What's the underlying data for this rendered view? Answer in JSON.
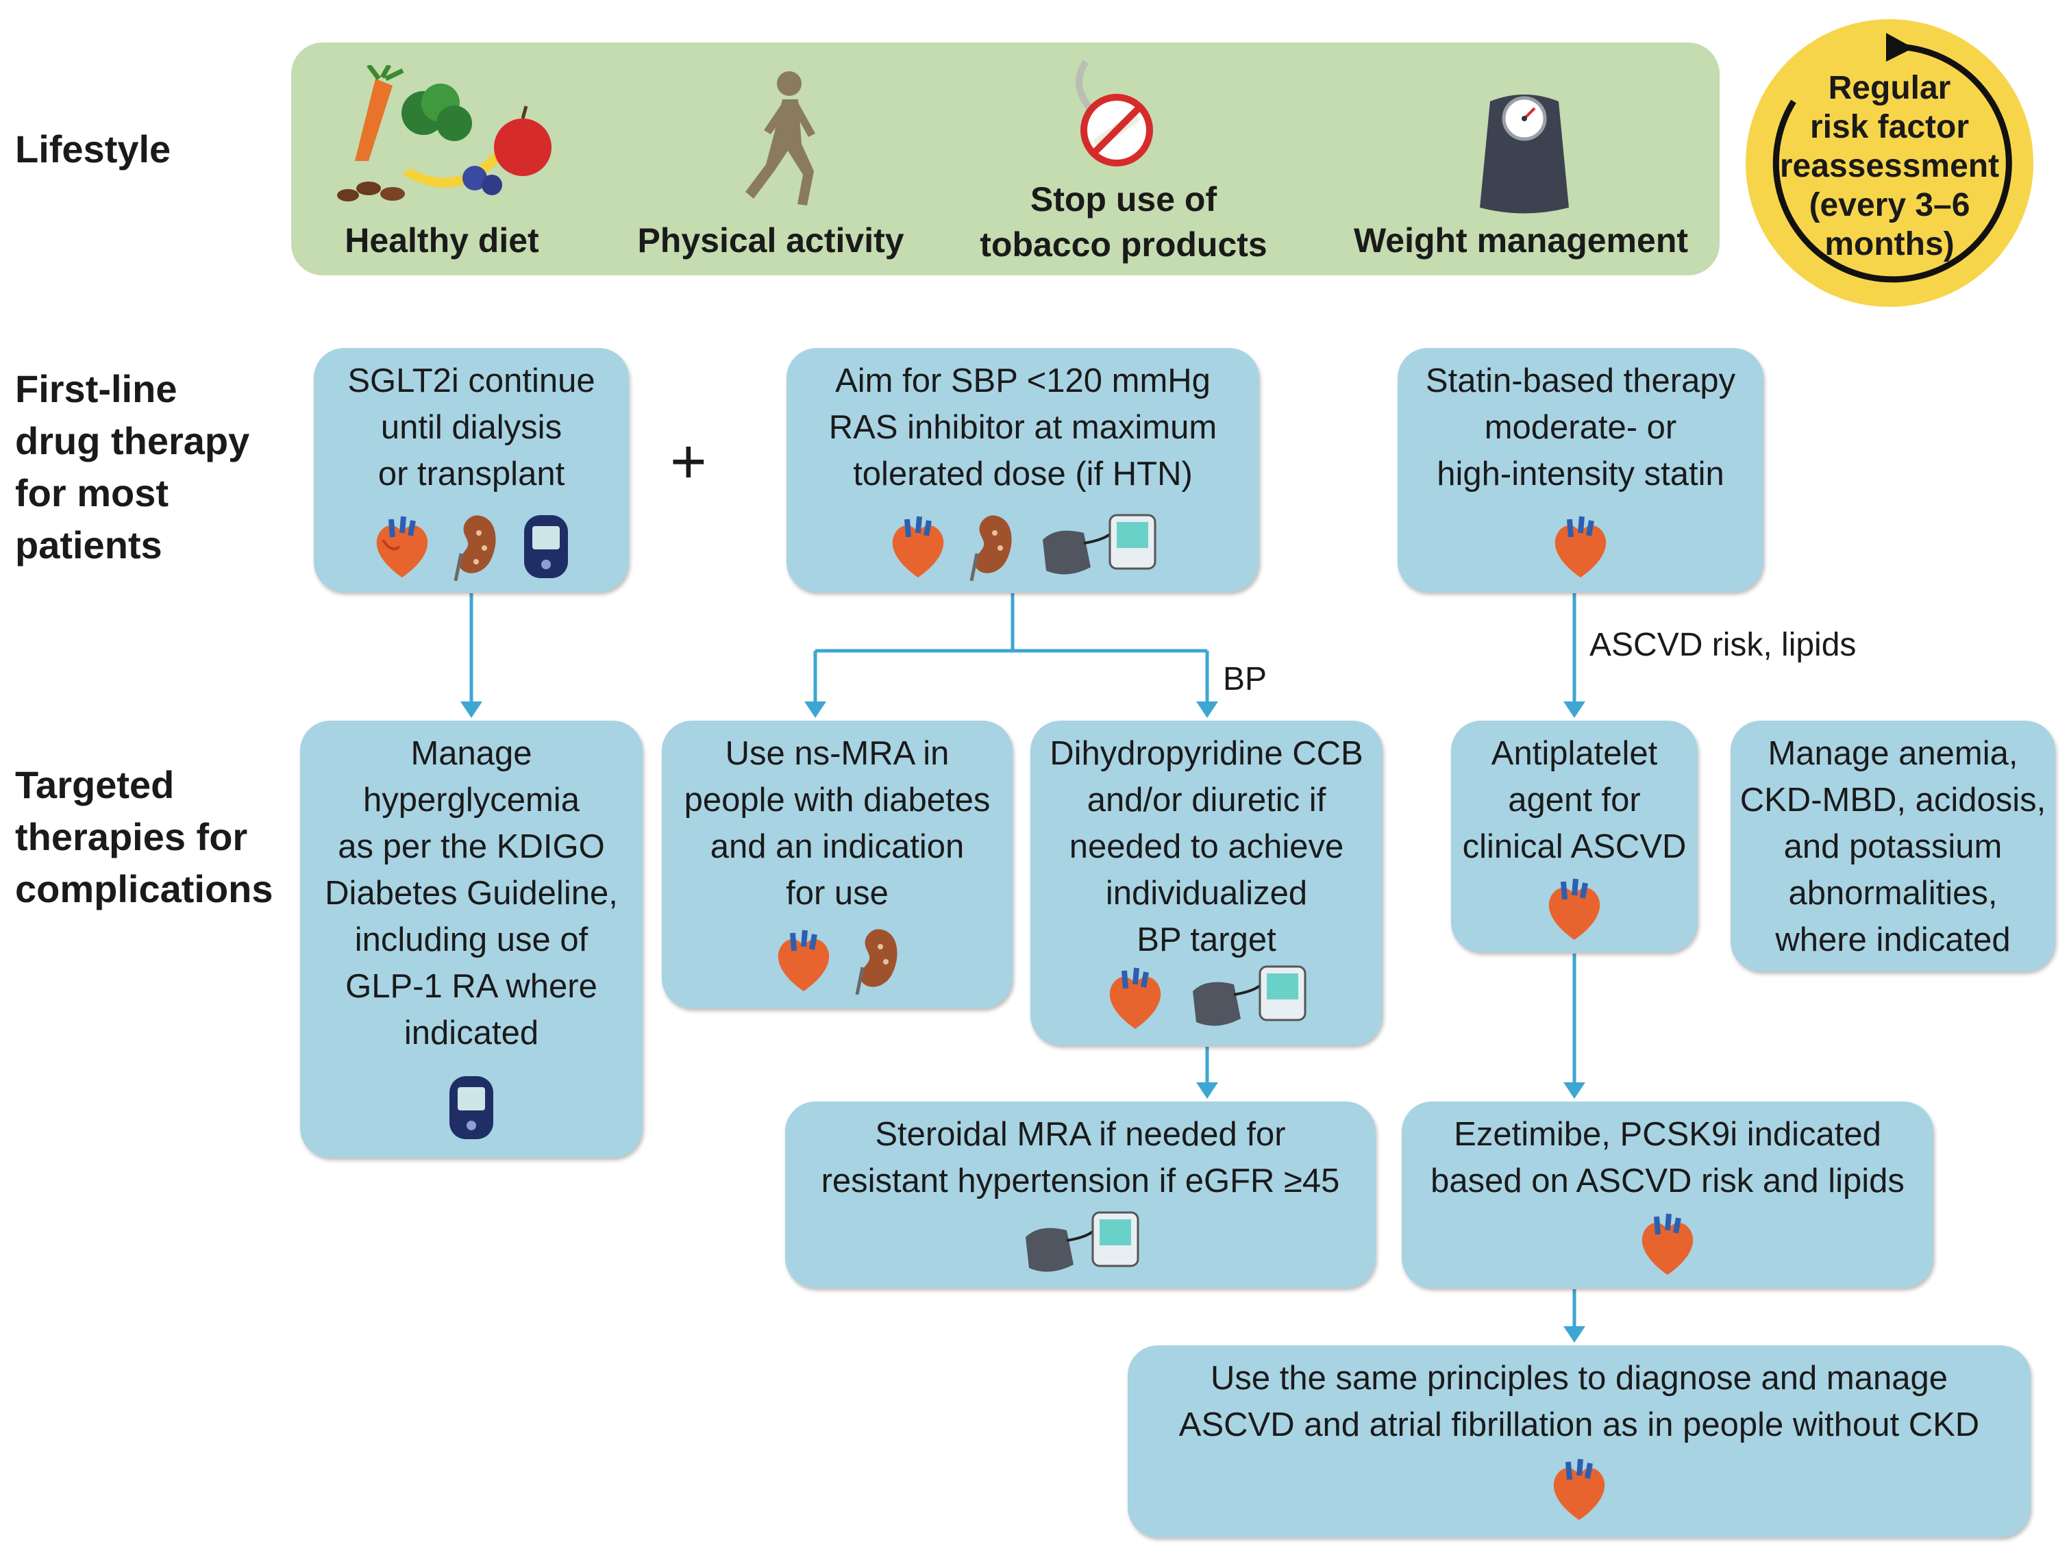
{
  "row_labels": {
    "lifestyle": [
      "Lifestyle"
    ],
    "first_line": [
      "First-line",
      "drug therapy",
      "for most",
      "patients"
    ],
    "targeted": [
      "Targeted",
      "therapies for",
      "complications"
    ]
  },
  "lifestyle": {
    "items": [
      {
        "label": [
          "Healthy diet"
        ],
        "icon": "healthy-diet-icon"
      },
      {
        "label": [
          "Physical activity"
        ],
        "icon": "runner-icon"
      },
      {
        "label": [
          "Stop use of",
          "tobacco products"
        ],
        "icon": "no-smoking-icon"
      },
      {
        "label": [
          "Weight management"
        ],
        "icon": "weight-scale-icon"
      }
    ]
  },
  "reassessment": {
    "lines": [
      "Regular",
      "risk factor",
      "reassessment",
      "(every 3–6",
      "months)"
    ],
    "icon": "circular-arrow-icon"
  },
  "first_line": {
    "plus": "+",
    "sglt2i": {
      "lines": [
        "SGLT2i continue",
        "until dialysis",
        "or transplant"
      ],
      "icons": [
        "heart-icon",
        "kidney-icon",
        "glucose-meter-icon"
      ]
    },
    "ras": {
      "lines": [
        "Aim for SBP <120 mmHg",
        "RAS inhibitor at maximum",
        "tolerated dose (if HTN)"
      ],
      "icons": [
        "heart-icon",
        "kidney-icon",
        "bp-monitor-icon"
      ]
    },
    "statin": {
      "lines": [
        "Statin-based therapy",
        "moderate- or",
        "high-intensity statin"
      ],
      "icons": [
        "heart-icon"
      ]
    }
  },
  "edge_labels": {
    "bp": "BP",
    "ascvd": "ASCVD risk, lipids"
  },
  "targeted": {
    "hyperglycemia": {
      "lines": [
        "Manage",
        "hyperglycemia",
        "as per the KDIGO",
        "Diabetes Guideline,",
        "including use of",
        "GLP-1 RA where",
        "indicated"
      ],
      "icons": [
        "glucose-meter-icon"
      ]
    },
    "ns_mra": {
      "lines": [
        "Use ns-MRA in",
        "people with diabetes",
        "and an indication",
        "for use"
      ],
      "icons": [
        "heart-icon",
        "kidney-icon"
      ]
    },
    "ccb": {
      "lines": [
        "Dihydropyridine CCB",
        "and/or diuretic if",
        "needed to achieve",
        "individualized",
        "BP target"
      ],
      "icons": [
        "heart-icon",
        "bp-monitor-icon"
      ]
    },
    "antiplatelet": {
      "lines": [
        "Antiplatelet",
        "agent for",
        "clinical ASCVD"
      ],
      "icons": [
        "heart-icon"
      ]
    },
    "anemia": {
      "lines": [
        "Manage anemia,",
        "CKD-MBD, acidosis,",
        "and potassium",
        "abnormalities,",
        "where indicated"
      ],
      "icons": []
    },
    "steroidal_mra": {
      "lines": [
        "Steroidal MRA if needed for",
        "resistant hypertension if eGFR ≥45"
      ],
      "icons": [
        "bp-monitor-icon"
      ]
    },
    "ezetimibe": {
      "lines": [
        "Ezetimibe, PCSK9i indicated",
        "based on ASCVD risk and lipids"
      ],
      "icons": [
        "heart-icon"
      ]
    },
    "same_principles": {
      "lines": [
        "Use the same principles to diagnose and manage",
        "ASCVD and atrial fibrillation as in people without CKD"
      ],
      "icons": [
        "heart-icon"
      ]
    }
  },
  "colors": {
    "box_fill": "#a8d3e3",
    "lifestyle_band": "#c5dbb0",
    "reassessment_circle": "#f7d54a",
    "arrow": "#3ea6d2"
  }
}
